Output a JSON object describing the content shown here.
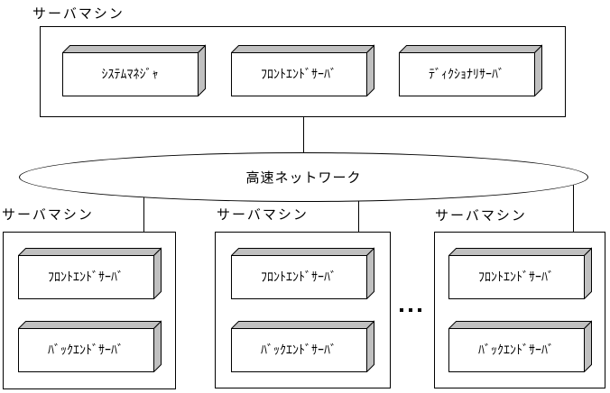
{
  "top_machine": {
    "label": "サーバマシン",
    "servers": [
      "ｼｽﾃﾑﾏﾈｼﾞｬ",
      "ﾌﾛﾝﾄｴﾝﾄﾞｻｰﾊﾞ",
      "ﾃﾞｨｸｼｮﾅﾘｻｰﾊﾞ"
    ]
  },
  "network": {
    "label": "高速ネットワーク"
  },
  "bottom_machines": [
    {
      "label": "サーバマシン",
      "servers": [
        "ﾌﾛﾝﾄｴﾝﾄﾞｻｰﾊﾞ",
        "ﾊﾞｯｸｴﾝﾄﾞｻｰﾊﾞ"
      ]
    },
    {
      "label": "サーバマシン",
      "servers": [
        "ﾌﾛﾝﾄｴﾝﾄﾞｻｰﾊﾞ",
        "ﾊﾞｯｸｴﾝﾄﾞｻｰﾊﾞ"
      ]
    },
    {
      "label": "サーバマシン",
      "servers": [
        "ﾌﾛﾝﾄｴﾝﾄﾞｻｰﾊﾞ",
        "ﾊﾞｯｸｴﾝﾄﾞｻｰﾊﾞ"
      ]
    }
  ],
  "ellipsis_dot_count": 3,
  "colors": {
    "line": "#000000",
    "shade": "#c0c0c0",
    "front": "#ffffff",
    "bg": "#ffffff"
  }
}
